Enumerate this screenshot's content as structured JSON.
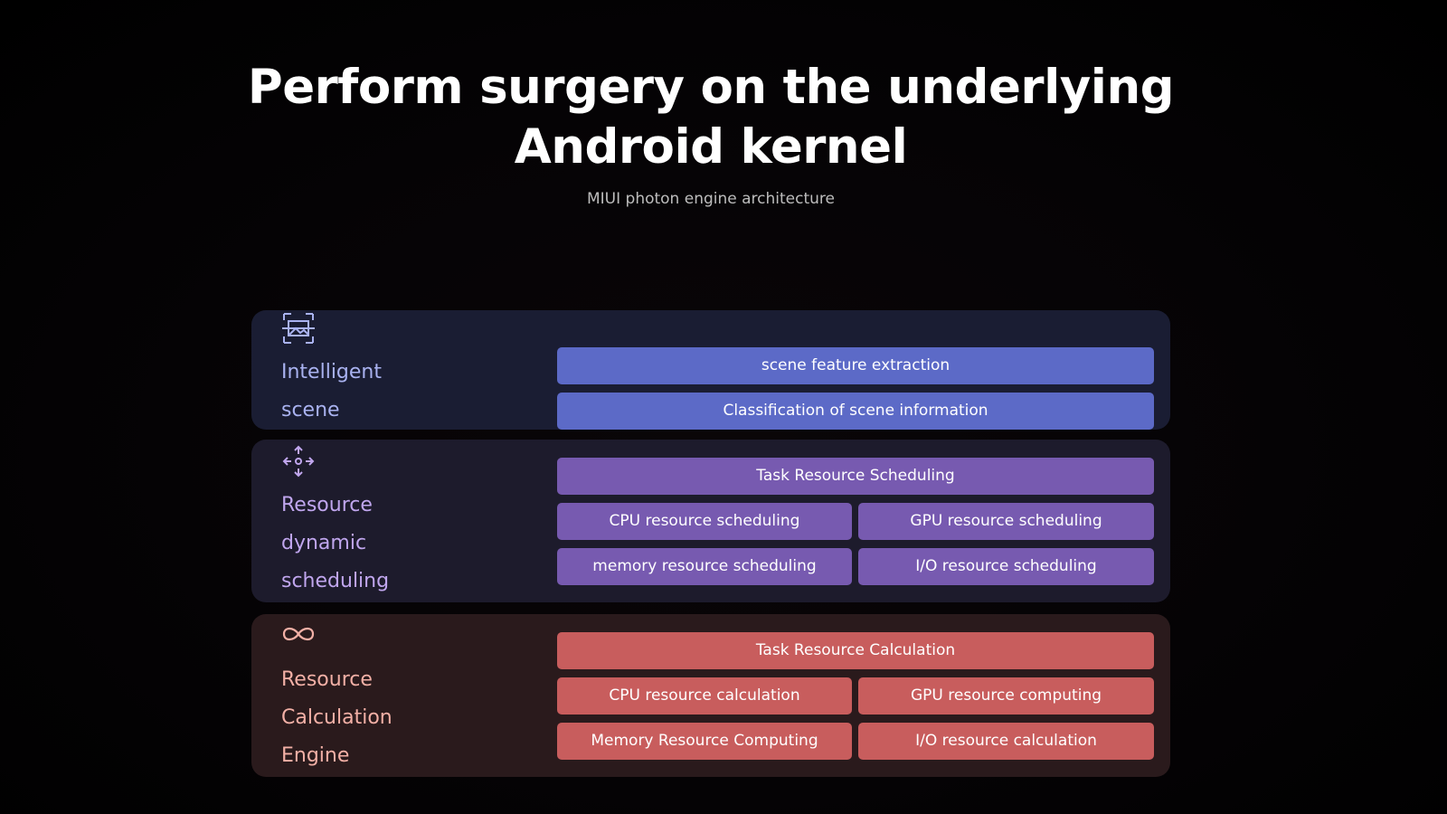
{
  "header": {
    "title_line1": "Perform surgery on the underlying",
    "title_line2": "Android kernel",
    "subtitle": "MIUI photon engine architecture"
  },
  "layers": {
    "scene": {
      "icon": "scene-frame-icon",
      "label_lines": [
        "Intelligent",
        "scene"
      ],
      "boxes": [
        "scene feature extraction",
        "Classification of scene information"
      ],
      "color": "#5c6ac7"
    },
    "scheduling": {
      "icon": "move-arrows-icon",
      "label_lines": [
        "Resource",
        "dynamic",
        "scheduling"
      ],
      "top_box": "Task Resource Scheduling",
      "grid": [
        "CPU resource scheduling",
        "GPU resource scheduling",
        "memory resource scheduling",
        "I/O resource scheduling"
      ],
      "color": "#775ab0"
    },
    "calculation": {
      "icon": "infinity-icon",
      "label_lines": [
        "Resource",
        "Calculation",
        "Engine"
      ],
      "top_box": "Task Resource Calculation",
      "grid": [
        "CPU resource calculation",
        "GPU resource computing",
        "Memory Resource Computing",
        "I/O resource calculation"
      ],
      "color": "#c85d5d"
    }
  }
}
